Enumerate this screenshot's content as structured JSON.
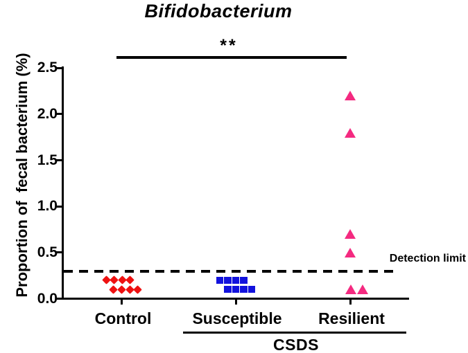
{
  "chart_data": {
    "type": "scatter",
    "title": "Bifidobacterium",
    "ylabel": "Proportion of  fecal bacterium (%)",
    "xlabel": "",
    "ylim": [
      0,
      2.5
    ],
    "yticks": [
      0.0,
      0.5,
      1.0,
      1.5,
      2.0,
      2.5
    ],
    "ytick_labels": [
      "0.0",
      "0.5",
      "1.0",
      "1.5",
      "2.0",
      "2.5"
    ],
    "categories": [
      "Control",
      "Susceptible",
      "Resilient"
    ],
    "csds_label": "CSDS",
    "csds_groups": [
      "Susceptible",
      "Resilient"
    ],
    "detection_limit_value": 0.3,
    "detection_limit_label": "Detection limit",
    "significance": {
      "label": "**",
      "between": [
        "Control",
        "Resilient"
      ]
    },
    "grid": false,
    "background": "#ffffff",
    "axis_color": "#000000",
    "series": [
      {
        "name": "Control",
        "marker": "diamond",
        "color": "#ee1111",
        "values": [
          0.2,
          0.2,
          0.2,
          0.2,
          0.1,
          0.1,
          0.1,
          0.1
        ],
        "offsets": [
          -22.5,
          -11,
          0.5,
          12,
          -12,
          0,
          11.5,
          23
        ]
      },
      {
        "name": "Susceptible",
        "marker": "square",
        "color": "#1212dd",
        "values": [
          0.2,
          0.2,
          0.2,
          0.2,
          0.1,
          0.1,
          0.1,
          0.1
        ],
        "offsets": [
          -23,
          -11.5,
          0,
          11.5,
          -11.5,
          0,
          11.5,
          23
        ]
      },
      {
        "name": "Resilient",
        "marker": "triangle",
        "color": "#f42a80",
        "values": [
          2.2,
          1.8,
          0.7,
          0.5,
          0.1,
          0.1
        ],
        "offsets": [
          0,
          0,
          0,
          0,
          0.5,
          17.5
        ]
      }
    ]
  }
}
